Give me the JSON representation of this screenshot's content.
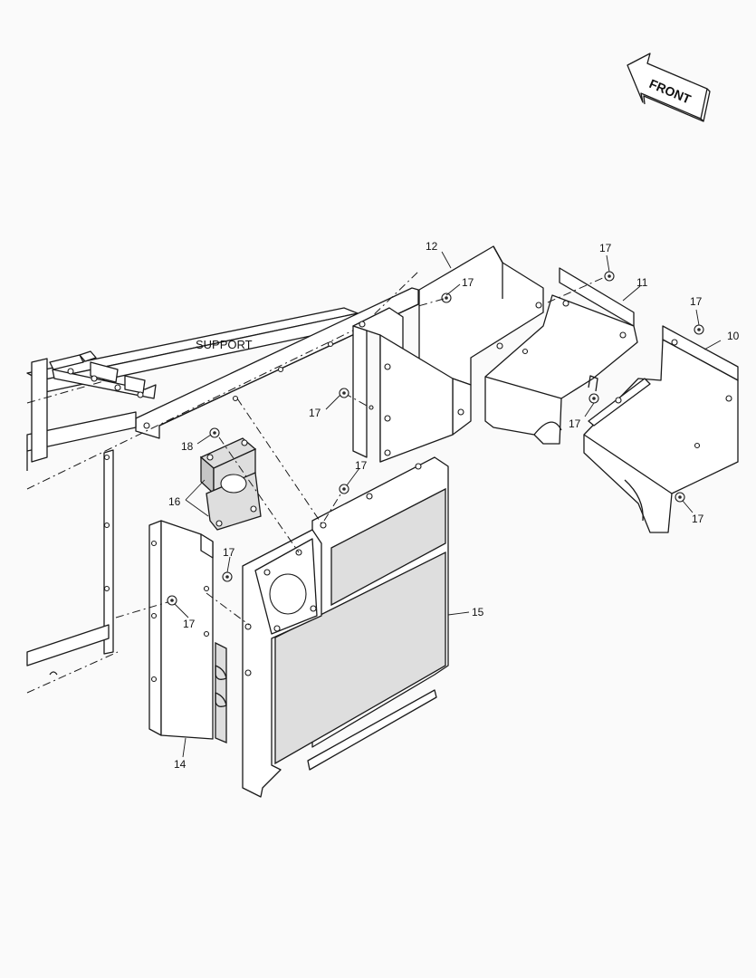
{
  "diagram": {
    "front_label": "FRONT",
    "support_label": "SUPPORT",
    "callouts": {
      "c10": "10",
      "c11": "11",
      "c12": "12",
      "c14": "14",
      "c15": "15",
      "c16": "16",
      "c17a": "17",
      "c17b": "17",
      "c17c": "17",
      "c17d": "17",
      "c17e": "17",
      "c17f": "17",
      "c17g": "17",
      "c17h": "17",
      "c17i": "17",
      "c18": "18"
    }
  }
}
